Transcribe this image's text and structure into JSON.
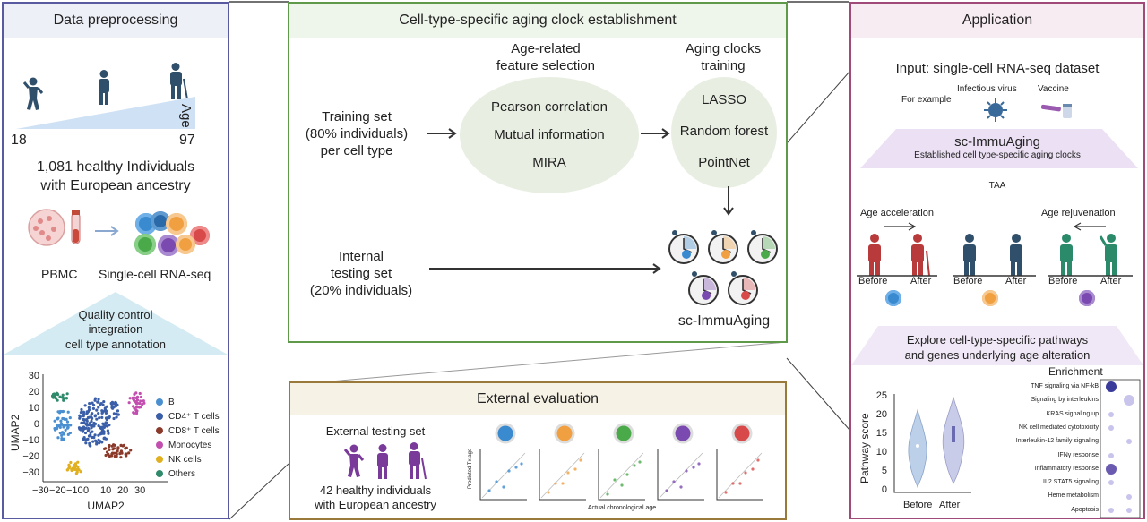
{
  "panels": {
    "preprocessing": {
      "title": "Data preprocessing",
      "age_label": "Age",
      "age_min": "18",
      "age_max": "97",
      "individuals_line1": "1,081 healthy Individuals",
      "individuals_line2": "with European ancestry",
      "pbmc": "PBMC",
      "scrnaseq": "Single-cell RNA-seq",
      "qc_line1": "Quality control",
      "qc_line2": "integration",
      "qc_line3": "cell type annotation",
      "umap_xlabel": "UMAP2",
      "umap_ylabel": "UMAP2",
      "umap_xticks": [
        "−30",
        "−20",
        "−10",
        "0",
        "10",
        "20",
        "30"
      ],
      "umap_yticks": [
        "30",
        "20",
        "10",
        "0",
        "−10",
        "−20",
        "−30"
      ],
      "legend": [
        {
          "label": "B",
          "color": "#4a8fd0"
        },
        {
          "label": "CD4⁺ T cells",
          "color": "#3a5fa8"
        },
        {
          "label": "CD8⁺ T cells",
          "color": "#8b3a2a"
        },
        {
          "label": "Monocytes",
          "color": "#c24fb0"
        },
        {
          "label": "NK cells",
          "color": "#e0b020"
        },
        {
          "label": "Others",
          "color": "#2e8a6a"
        }
      ]
    },
    "clock": {
      "title": "Cell-type-specific aging clock establishment",
      "feature_title_line1": "Age-related",
      "feature_title_line2": "feature selection",
      "training_title_line1": "Aging clocks",
      "training_title_line2": "training",
      "training_set_line1": "Training set",
      "training_set_line2": "(80% individuals)",
      "training_set_line3": "per cell type",
      "features": [
        "Pearson correlation",
        "Mutual information",
        "MIRA"
      ],
      "models": [
        "LASSO",
        "Random forest",
        "PointNet"
      ],
      "internal_line1": "Internal",
      "internal_line2": "testing set",
      "internal_line3": "(20% individuals)",
      "result": "sc-ImmuAging"
    },
    "external": {
      "title": "External evaluation",
      "testing_set": "External testing set",
      "individuals_line1": "42 healthy individuals",
      "individuals_line2": "with European ancestry",
      "xlabel": "Actual chronological age",
      "ylabel": "Predicted Tx age"
    },
    "application": {
      "title": "Application",
      "input": "Input: single-cell RNA-seq dataset",
      "for_example": "For example",
      "virus": "Infectious virus",
      "vaccine": "Vaccine",
      "tool": "sc-ImmuAging",
      "tool_sub": "Established cell type-specific aging clocks",
      "taa": "TAA",
      "accel": "Age acceleration",
      "rejuv": "Age rejuvenation",
      "before": "Before",
      "after": "After",
      "explore_line1": "Explore cell-type-specific pathways",
      "explore_line2": "and genes underlying age alteration",
      "enrichment": "Enrichment",
      "violin_ylabel": "Pathway score",
      "violin_yticks": [
        "25",
        "20",
        "15",
        "10",
        "5",
        "0"
      ],
      "violin_xlabels": [
        "Before",
        "After"
      ],
      "pathways": [
        "TNF signaling via  NF-kB",
        "Signaling by interleukins",
        "KRAS signaling up",
        "NK cell mediated cytotoxicity",
        "Interleukin-12 family signaling",
        "IFNγ response",
        "Inflammatory response",
        "IL2 STAT5 signaling",
        "Heme metabolism",
        "Apoptosis"
      ]
    }
  },
  "colors": {
    "preprocessing_border": "#5a5aa0",
    "clock_border": "#5f9a4a",
    "external_border": "#9a7a3a",
    "application_border": "#a04a7a"
  }
}
